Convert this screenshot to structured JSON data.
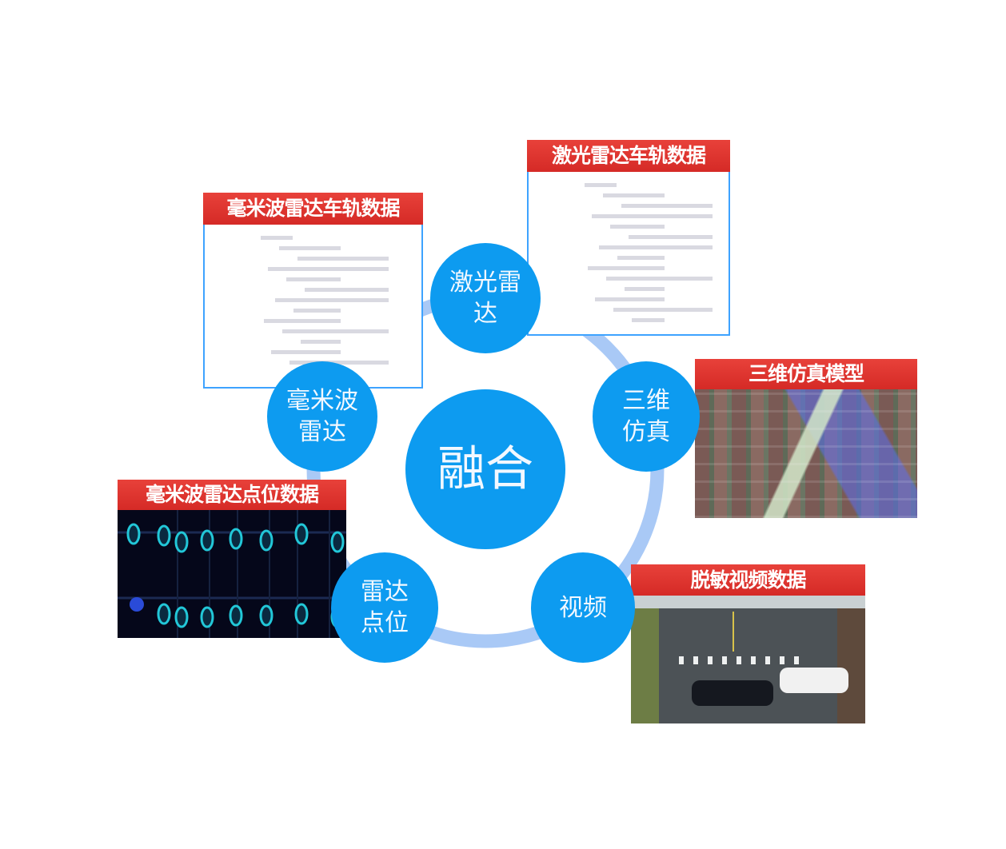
{
  "center": {
    "label": "融合"
  },
  "nodes": [
    {
      "id": "lidar",
      "label": "激光雷达"
    },
    {
      "id": "3d",
      "label": "三维仿真"
    },
    {
      "id": "video",
      "label": "视频"
    },
    {
      "id": "radar-points",
      "label": "雷达点位"
    },
    {
      "id": "mmwave",
      "label": "毫米波雷达"
    }
  ],
  "panels": {
    "mmwave_track": {
      "title": "毫米波雷达车轨数据"
    },
    "lidar_track": {
      "title": "激光雷达车轨数据"
    },
    "sim_model": {
      "title": "三维仿真模型"
    },
    "radar_points": {
      "title": "毫米波雷达点位数据"
    },
    "video": {
      "title": "脱敏视频数据"
    }
  },
  "colors": {
    "node": "#0d9bf0",
    "ring": "#a9c9f6",
    "header": "#e0322e",
    "panel_border": "#3ea3ff"
  }
}
